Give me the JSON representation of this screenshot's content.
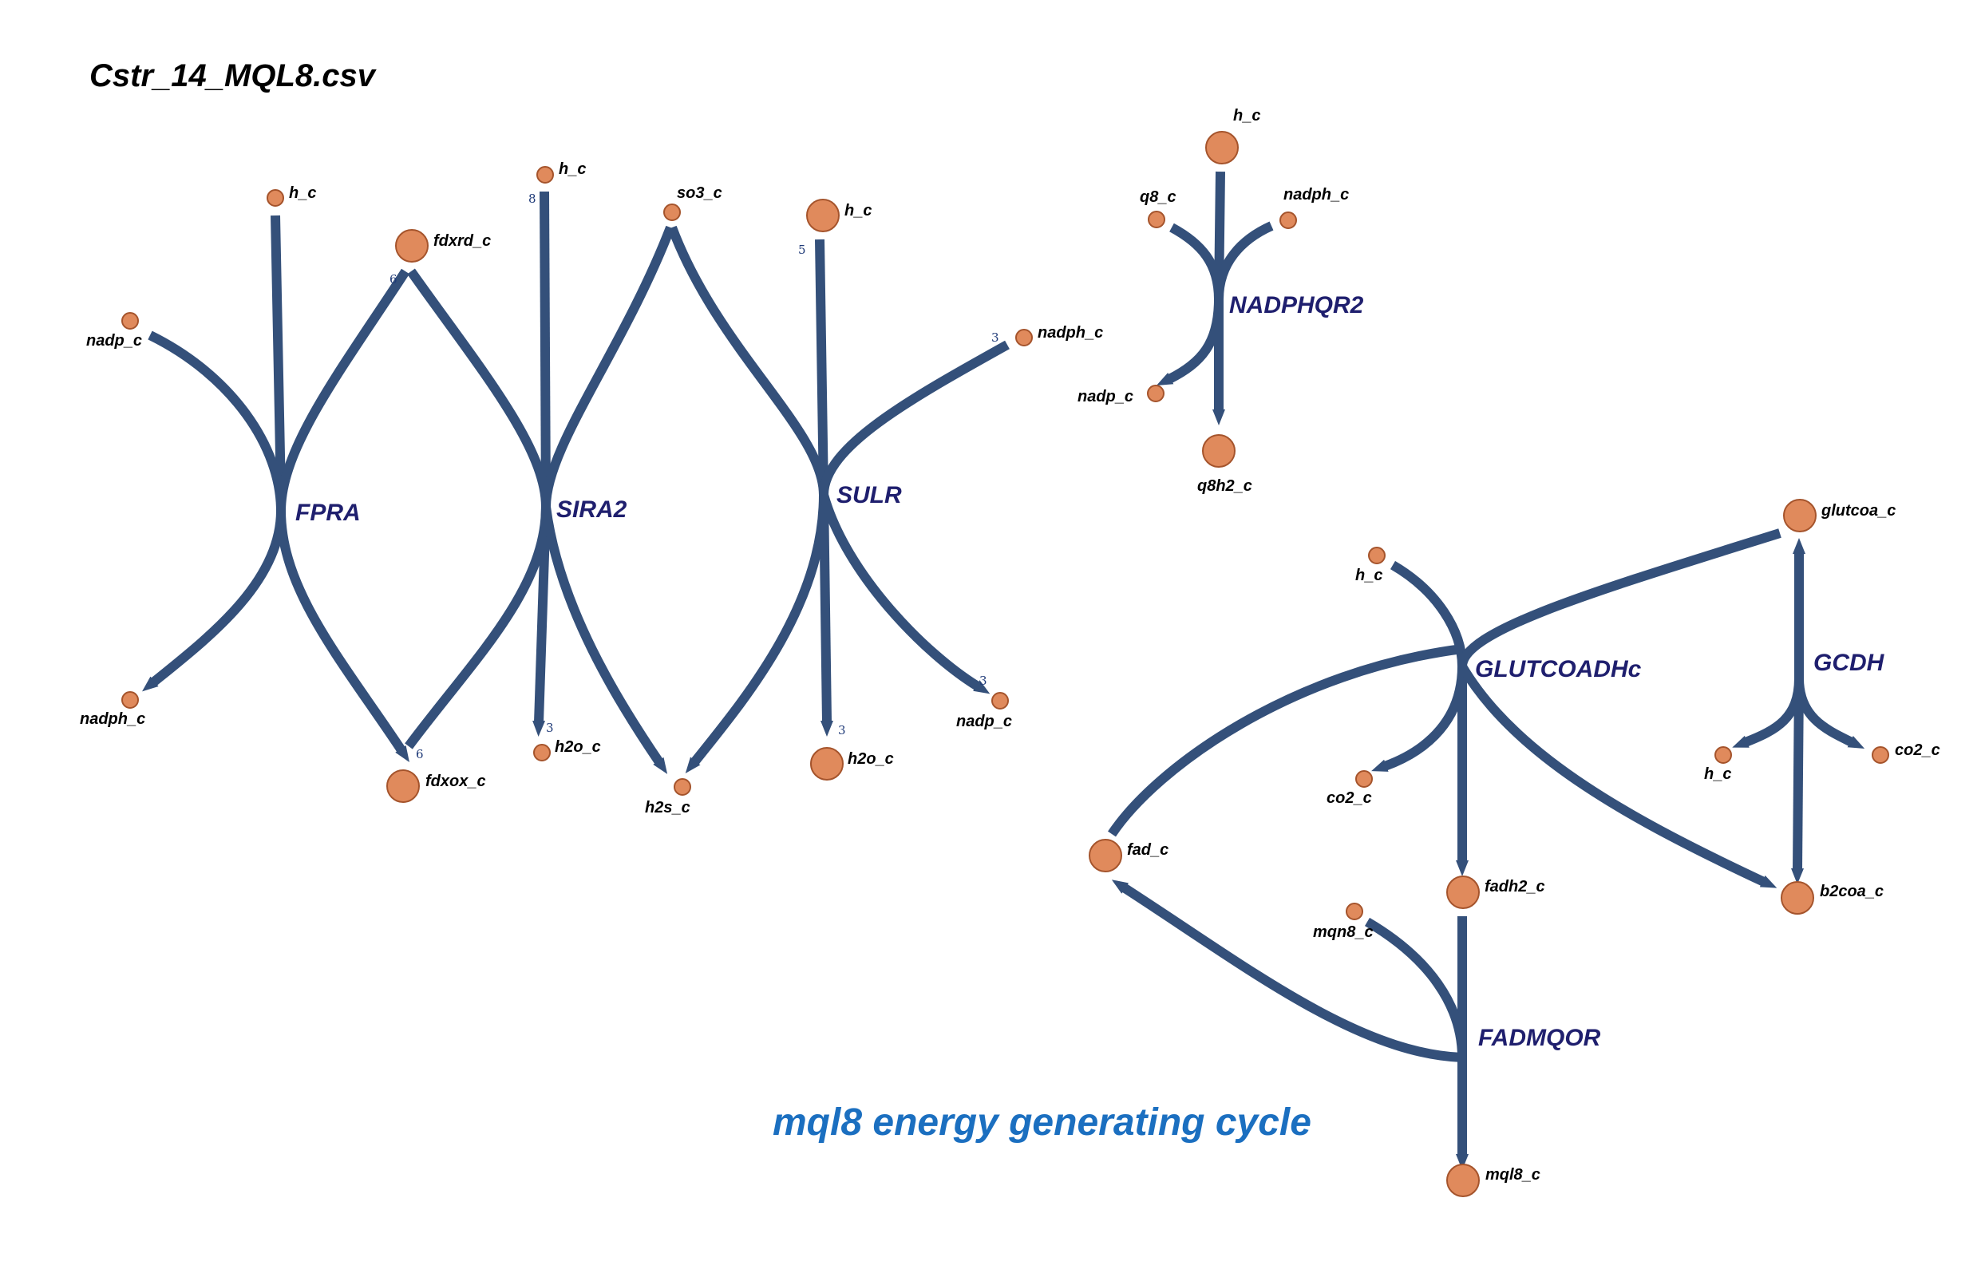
{
  "title": "Cstr_14_MQL8.csv",
  "caption": "mql8 energy generating cycle",
  "colors": {
    "edge": "#34507a",
    "node_fill": "#e08a5c",
    "node_stroke": "#a5542c",
    "reaction_text": "#1f1f6e",
    "caption_text": "#1b6fc0",
    "stoich_text": "#1f3a78"
  },
  "reactions": [
    {
      "id": "FPRA",
      "label": "FPRA"
    },
    {
      "id": "SIRA2",
      "label": "SIRA2"
    },
    {
      "id": "SULR",
      "label": "SULR"
    },
    {
      "id": "NADPHQR2",
      "label": "NADPHQR2"
    },
    {
      "id": "GLUTCOADHc",
      "label": "GLUTCOADHc"
    },
    {
      "id": "GCDH",
      "label": "GCDH"
    },
    {
      "id": "FADMQOR",
      "label": "FADMQOR"
    }
  ],
  "metabolites": [
    {
      "id": "fpra_h",
      "label": "h_c",
      "size": "small"
    },
    {
      "id": "fdxrd",
      "label": "fdxrd_c",
      "size": "large"
    },
    {
      "id": "fpra_nadp",
      "label": "nadp_c",
      "size": "small"
    },
    {
      "id": "fpra_nadph",
      "label": "nadph_c",
      "size": "small"
    },
    {
      "id": "fdxox",
      "label": "fdxox_c",
      "size": "large"
    },
    {
      "id": "sira2_h",
      "label": "h_c",
      "size": "small"
    },
    {
      "id": "so3",
      "label": "so3_c",
      "size": "small"
    },
    {
      "id": "sira2_h2o",
      "label": "h2o_c",
      "size": "small"
    },
    {
      "id": "h2s",
      "label": "h2s_c",
      "size": "small"
    },
    {
      "id": "sulr_h",
      "label": "h_c",
      "size": "large"
    },
    {
      "id": "sulr_nadph",
      "label": "nadph_c",
      "size": "small"
    },
    {
      "id": "sulr_h2o",
      "label": "h2o_c",
      "size": "large"
    },
    {
      "id": "sulr_nadp",
      "label": "nadp_c",
      "size": "small"
    },
    {
      "id": "nq_h",
      "label": "h_c",
      "size": "large"
    },
    {
      "id": "q8",
      "label": "q8_c",
      "size": "small"
    },
    {
      "id": "nq_nadph",
      "label": "nadph_c",
      "size": "small"
    },
    {
      "id": "nq_nadp",
      "label": "nadp_c",
      "size": "small"
    },
    {
      "id": "q8h2",
      "label": "q8h2_c",
      "size": "large"
    },
    {
      "id": "glutcoa",
      "label": "glutcoa_c",
      "size": "large"
    },
    {
      "id": "gl_h",
      "label": "h_c",
      "size": "small"
    },
    {
      "id": "gl_co2",
      "label": "co2_c",
      "size": "small"
    },
    {
      "id": "fad",
      "label": "fad_c",
      "size": "large"
    },
    {
      "id": "fadh2",
      "label": "fadh2_c",
      "size": "large"
    },
    {
      "id": "b2coa",
      "label": "b2coa_c",
      "size": "large"
    },
    {
      "id": "gc_h",
      "label": "h_c",
      "size": "small"
    },
    {
      "id": "gc_co2",
      "label": "co2_c",
      "size": "small"
    },
    {
      "id": "mqn8",
      "label": "mqn8_c",
      "size": "small"
    },
    {
      "id": "mql8",
      "label": "mql8_c",
      "size": "large"
    }
  ],
  "stoichiometry": [
    {
      "edge": "FPRA-fdxrd",
      "value": "6"
    },
    {
      "edge": "FPRA-fdxox",
      "value": "6"
    },
    {
      "edge": "SIRA2-h_c",
      "value": "8"
    },
    {
      "edge": "SIRA2-h2o_c",
      "value": "3"
    },
    {
      "edge": "SULR-h_c",
      "value": "5"
    },
    {
      "edge": "SULR-nadph_c",
      "value": "3"
    },
    {
      "edge": "SULR-h2o_c",
      "value": "3"
    },
    {
      "edge": "SULR-nadp_c",
      "value": "3"
    }
  ]
}
